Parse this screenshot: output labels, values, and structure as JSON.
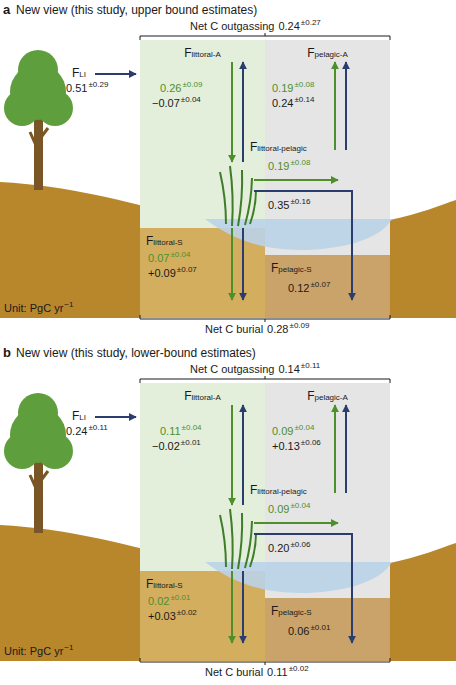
{
  "diagram": {
    "nodes": [
      {
        "text": [
          "Flittoral-A"
        ]
      },
      {
        "text": [
          "Fpelagic-A"
        ]
      },
      {
        "text": [
          "Flittoral-S"
        ]
      },
      {
        "text": [
          "Fpelagic-S"
        ]
      },
      {
        "text": [
          "Flittoral-A"
        ]
      },
      {
        "text": [
          "Fpelagic-A"
        ]
      },
      {
        "text": [
          "Flittoral-S"
        ]
      },
      {
        "text": [
          "Fpelagic-S"
        ]
      }
    ],
    "labels": [
      "a",
      "New view (this study, upper bound estimates)",
      "Net C outgassing",
      "0.24",
      "±0.27",
      "FLI",
      "0.51",
      "±0.29",
      "0.26",
      "±0.09",
      "−0.07",
      "±0.04",
      "0.19",
      "±0.08",
      "0.24",
      "±0.14",
      "Flittoral-pelagic",
      "0.19",
      "±0.08",
      "0.35",
      "±0.16",
      "0.07",
      "±0.04",
      "+0.09",
      "±0.07",
      "0.12",
      "±0.07",
      "Net C burial",
      "0.28",
      "±0.09",
      "Unit: PgC yr",
      "−1",
      "b",
      "New view (this study, lower-bound estimates)",
      "Net C outgassing",
      "0.14",
      "±0.11",
      "FLI",
      "0.24",
      "±0.11",
      "0.11",
      "±0.04",
      "−0.02",
      "±0.01",
      "0.09",
      "±0.04",
      "+0.13",
      "±0.06",
      "Flittoral-pelagic",
      "0.09",
      "±0.04",
      "0.20",
      "±0.06",
      "0.02",
      "±0.01",
      "+0.03",
      "±0.02",
      "0.06",
      "±0.01",
      "Net C burial",
      "0.11",
      "±0.02",
      "Unit: PgC yr",
      "−1"
    ]
  }
}
